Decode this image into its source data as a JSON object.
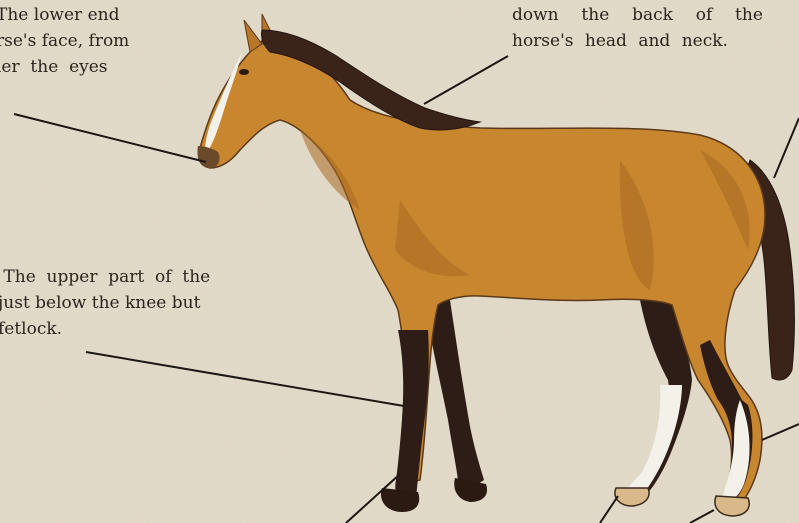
{
  "captions": {
    "nose": [
      "The lower end",
      "rse's face, from",
      "ler  the  eyes"
    ],
    "mane": [
      "down  the  back  of  the",
      "horse's head and neck."
    ],
    "cannon": [
      " The  upper  part  of  the",
      "just below the knee but",
      "fetlock."
    ]
  },
  "colors": {
    "background": "#e4dccb",
    "coat": "#c8862e",
    "coat_shadow": "#a96a22",
    "mane": "#3a2419",
    "legs": "#2d1d16",
    "white_marking": "#f4f1ea",
    "hoof": "#d9b98a",
    "leader_line": "#1c1712"
  }
}
